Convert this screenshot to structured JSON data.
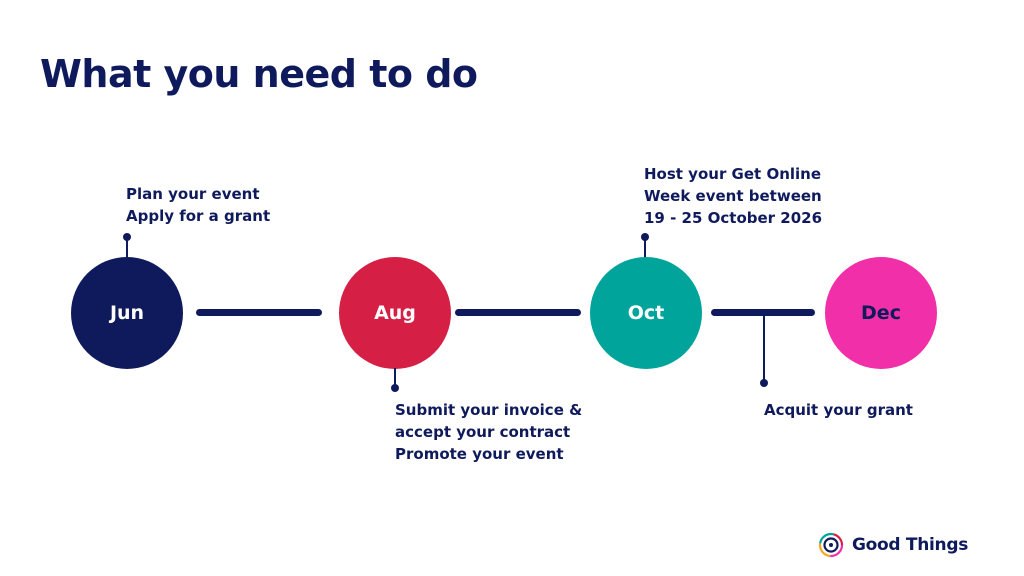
{
  "title": "What you need to do",
  "months": [
    {
      "label": "Jun",
      "color": "#0f1a5c"
    },
    {
      "label": "Aug",
      "color": "#d61f45"
    },
    {
      "label": "Oct",
      "color": "#00a49a"
    },
    {
      "label": "Dec",
      "color": "#f02fa8"
    }
  ],
  "month_label_colors": {
    "Jun": "#ffffff",
    "Aug": "#ffffff",
    "Oct": "#ffffff",
    "Dec": "#0f1a5c"
  },
  "notes": {
    "jun": [
      "Plan your event",
      "Apply for a grant"
    ],
    "aug": [
      "Submit your invoice &",
      "accept your contract",
      "Promote your event"
    ],
    "oct": [
      "Host your Get Online",
      "Week event between",
      "19 - 25 October 2026"
    ],
    "dec": [
      "Acquit your grant"
    ]
  },
  "brand": {
    "name": "Good Things",
    "icon": "good-things-logo-icon"
  },
  "line_color": "#0f1a5c"
}
